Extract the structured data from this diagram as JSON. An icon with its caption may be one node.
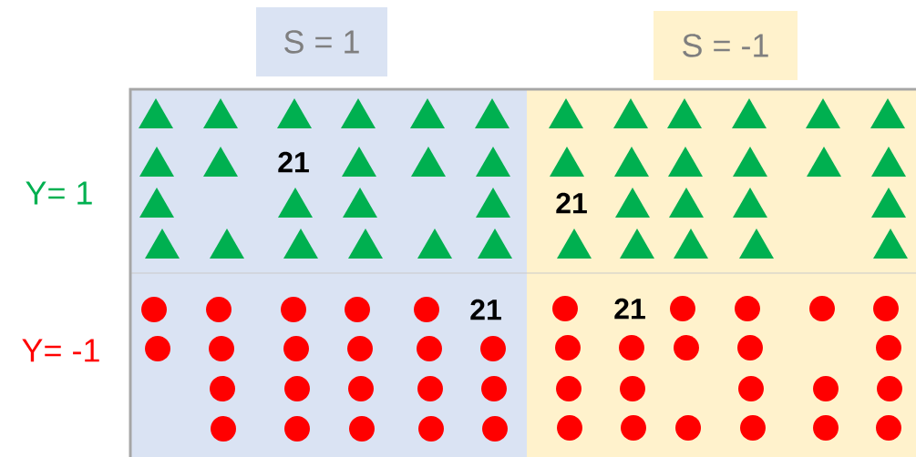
{
  "diagram": {
    "nodes": [
      {
        "text": [
          "S = 1"
        ]
      },
      {
        "text": [
          "S = -1"
        ]
      },
      {
        "text": [
          "21"
        ]
      },
      {
        "text": [
          "21"
        ]
      },
      {
        "text": [
          "21"
        ]
      },
      {
        "text": [
          "21"
        ]
      }
    ],
    "labels": [
      "Y= 1",
      "Y= -1"
    ]
  }
}
